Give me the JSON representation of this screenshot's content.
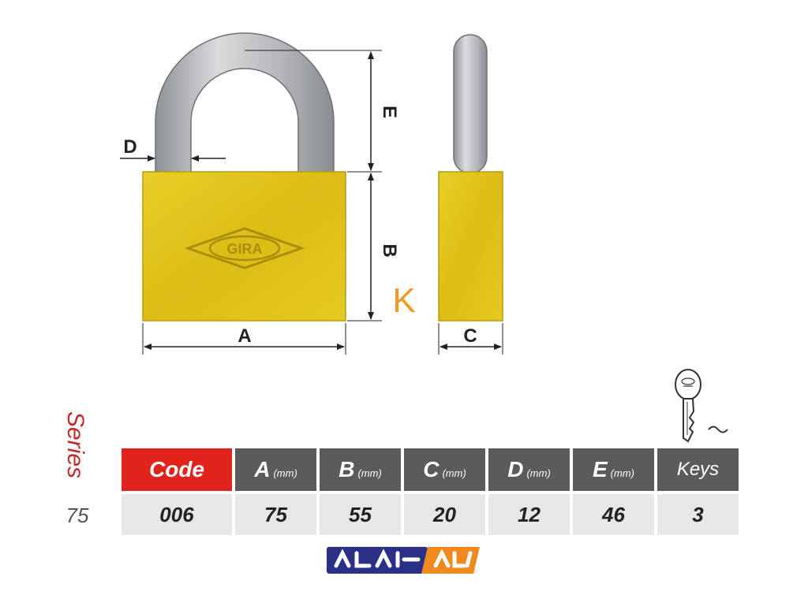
{
  "diagram": {
    "dimension_labels": {
      "A": "A",
      "B": "B",
      "C": "C",
      "D": "D",
      "E": "E"
    },
    "brand_mark": "K",
    "body_engraving": "GIRA",
    "colors": {
      "body": "#e3c51c",
      "shackle": "#b9bcbf",
      "brand_mark": "#f09a22",
      "code_header": "#e0241c",
      "header": "#5b5b5b",
      "row": "#e7e7e7",
      "series": "#c62828"
    }
  },
  "series": {
    "label": "Series",
    "value": "75"
  },
  "spec_table": {
    "headers": [
      {
        "label": "Code",
        "unit": ""
      },
      {
        "label": "A",
        "unit": "(mm)"
      },
      {
        "label": "B",
        "unit": "(mm)"
      },
      {
        "label": "C",
        "unit": "(mm)"
      },
      {
        "label": "D",
        "unit": "(mm)"
      },
      {
        "label": "E",
        "unit": "(mm)"
      },
      {
        "label": "Keys",
        "unit": ""
      }
    ],
    "row": [
      "006",
      "75",
      "55",
      "20",
      "12",
      "46",
      "3"
    ]
  },
  "key_icon": "key-icon",
  "watermark_text": "کالا عمران"
}
